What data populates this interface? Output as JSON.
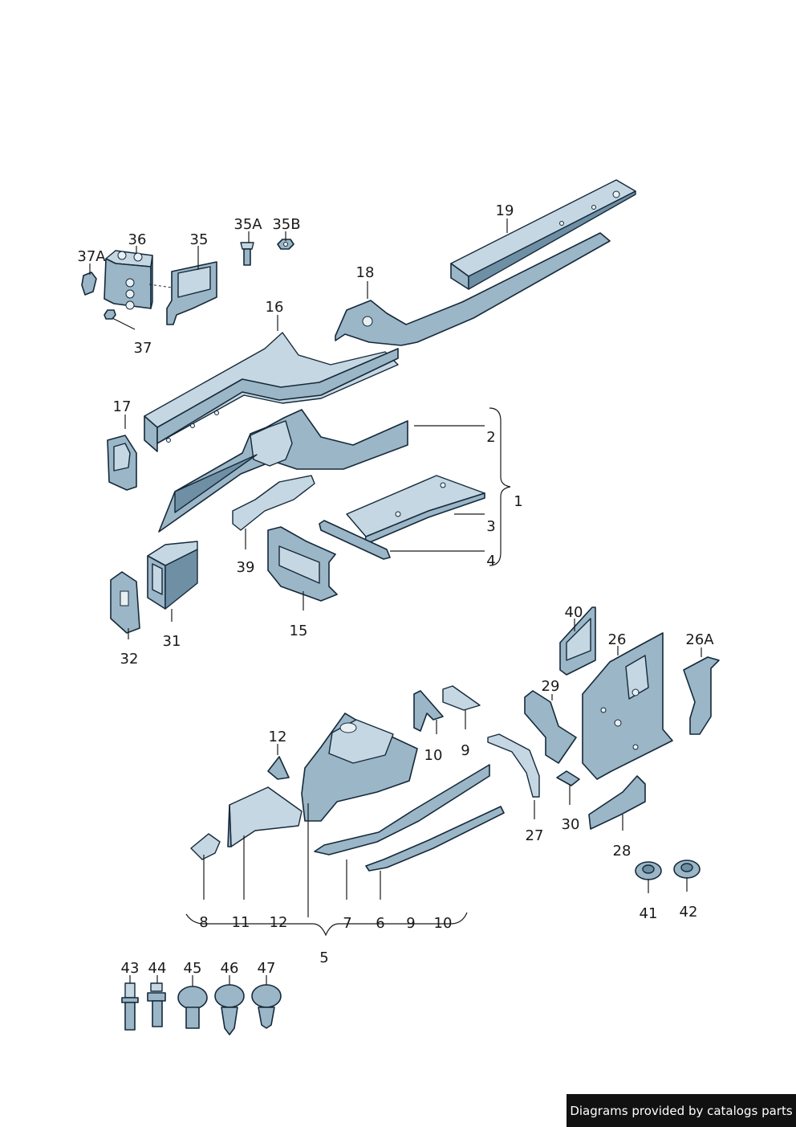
{
  "labels": {
    "l35A": "35A",
    "l35B": "35B",
    "l19": "19",
    "l36": "36",
    "l35": "35",
    "l37A": "37A",
    "l18": "18",
    "l16": "16",
    "l37": "37",
    "l17": "17",
    "l2": "2",
    "l1": "1",
    "l3": "3",
    "l4": "4",
    "l39": "39",
    "l15": "15",
    "l31": "31",
    "l32": "32",
    "l40": "40",
    "l26": "26",
    "l26A": "26A",
    "l29": "29",
    "l12a": "12",
    "l10a": "10",
    "l9a": "9",
    "l27": "27",
    "l30": "30",
    "l28": "28",
    "l41": "41",
    "l42": "42",
    "l8": "8",
    "l11": "11",
    "l12b": "12",
    "l7": "7",
    "l6": "6",
    "l9b": "9",
    "l10b": "10",
    "l5": "5",
    "l43": "43",
    "l44": "44",
    "l45": "45",
    "l46": "46",
    "l47": "47"
  },
  "footer": {
    "text": "Diagrams provided by catalogs parts"
  },
  "colors": {
    "part_fill": "#9bb6c6",
    "part_light": "#c5d7e2",
    "part_dark": "#6f8fa4",
    "outline": "#15293a"
  }
}
